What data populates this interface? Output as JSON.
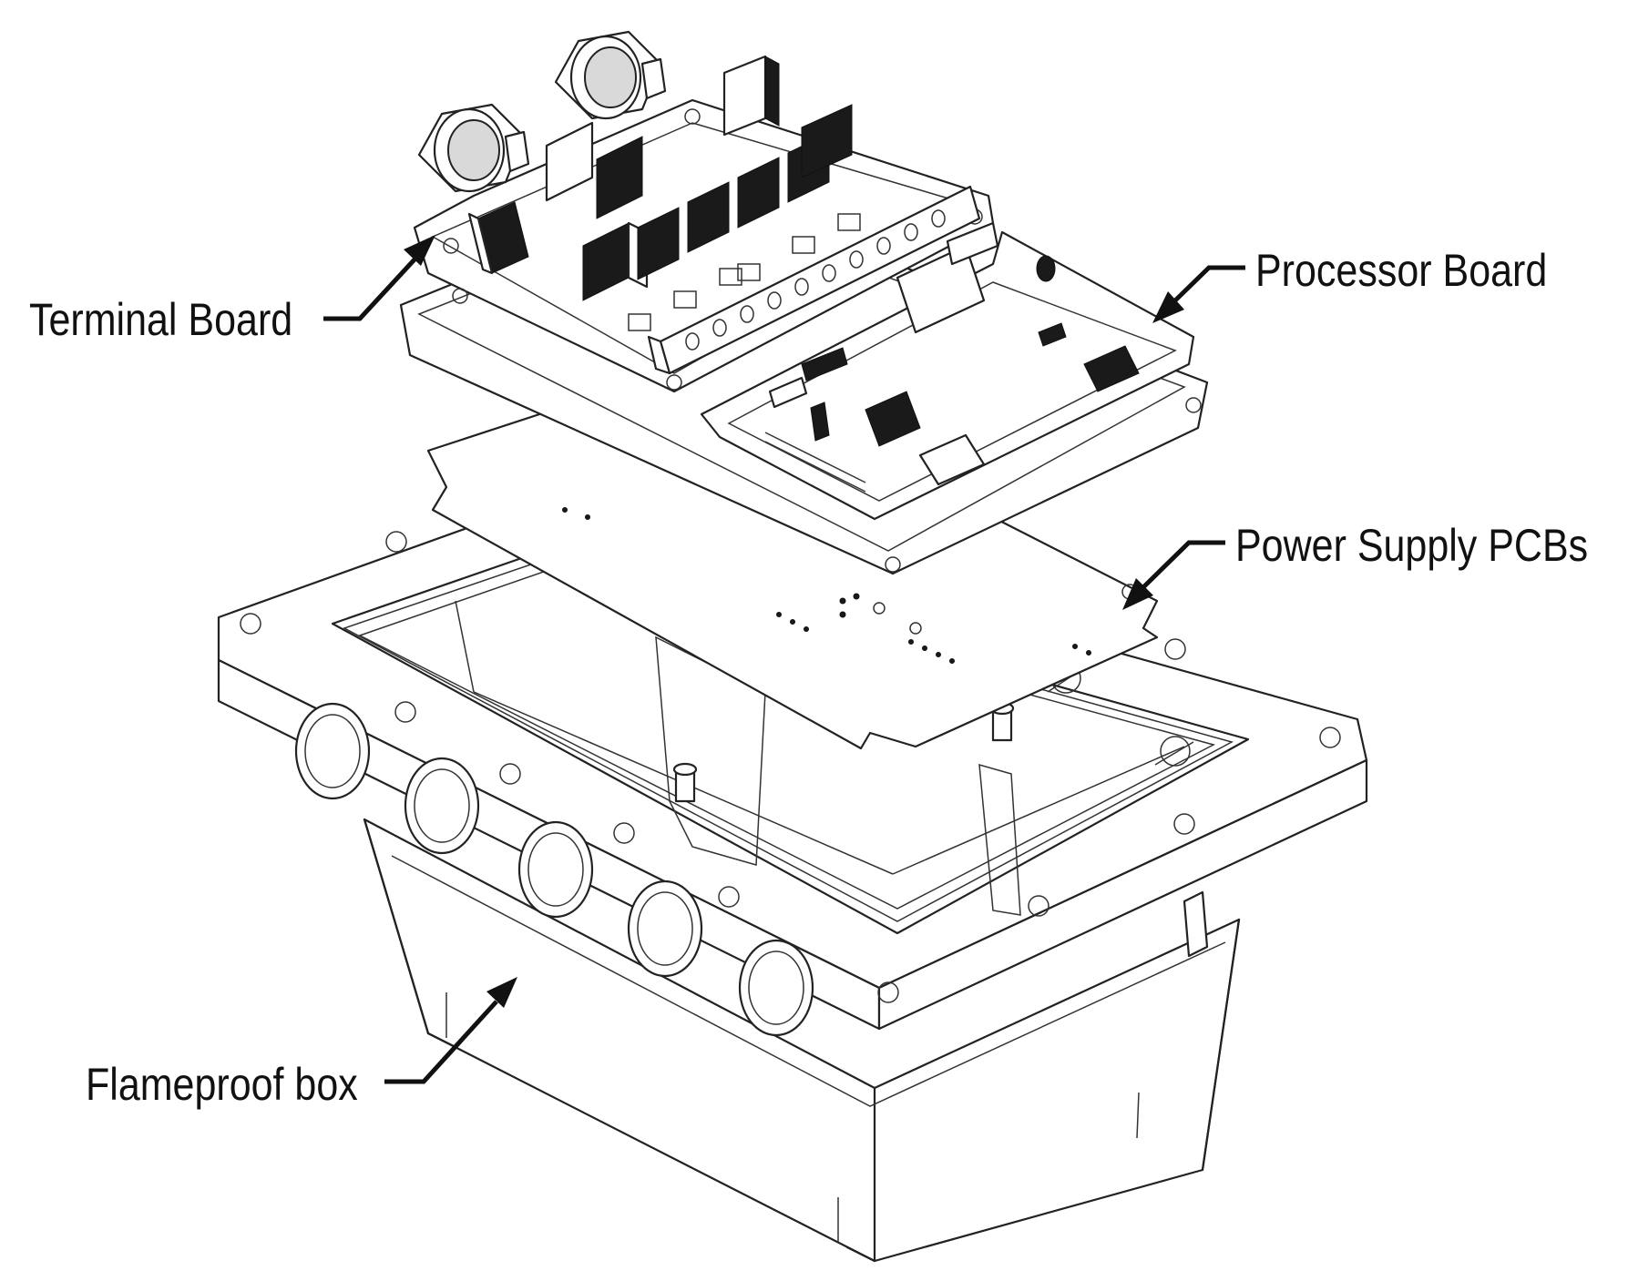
{
  "diagram": {
    "labels": {
      "terminal_board": "Terminal Board",
      "processor_board": "Processor Board",
      "power_supply": "Power Supply PCBs",
      "flameproof_box": "Flameproof box"
    },
    "colors": {
      "line": "#222222",
      "background": "#ffffff",
      "component_fill": "#1a1a1a"
    }
  }
}
